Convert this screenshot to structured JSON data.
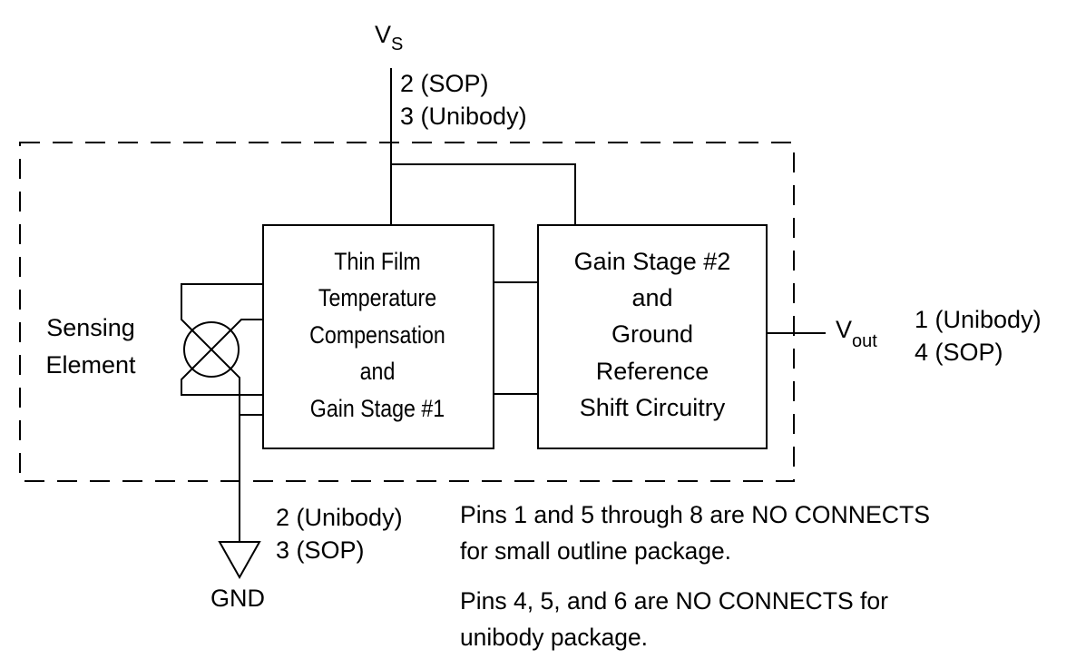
{
  "supply": {
    "label": "V",
    "sub": "S",
    "pins": [
      "2 (SOP)",
      "3 (Unibody)"
    ]
  },
  "blocks": {
    "stage1": [
      "Thin Film",
      "Temperature",
      "Compensation",
      "and",
      "Gain Stage #1"
    ],
    "stage2": [
      "Gain Stage #2",
      "and",
      "Ground",
      "Reference",
      "Shift Circuitry"
    ]
  },
  "sensing": [
    "Sensing",
    "Element"
  ],
  "output": {
    "label": "V",
    "sub": "out",
    "pins": [
      "1 (Unibody)",
      "4 (SOP)"
    ]
  },
  "ground": {
    "label": "GND",
    "pins": [
      "2 (Unibody)",
      "3 (SOP)"
    ]
  },
  "notes": [
    [
      "Pins 1 and 5 through 8 are NO CONNECTS",
      "for small outline package."
    ],
    [
      "Pins 4, 5, and 6 are NO CONNECTS for",
      "unibody package."
    ]
  ]
}
